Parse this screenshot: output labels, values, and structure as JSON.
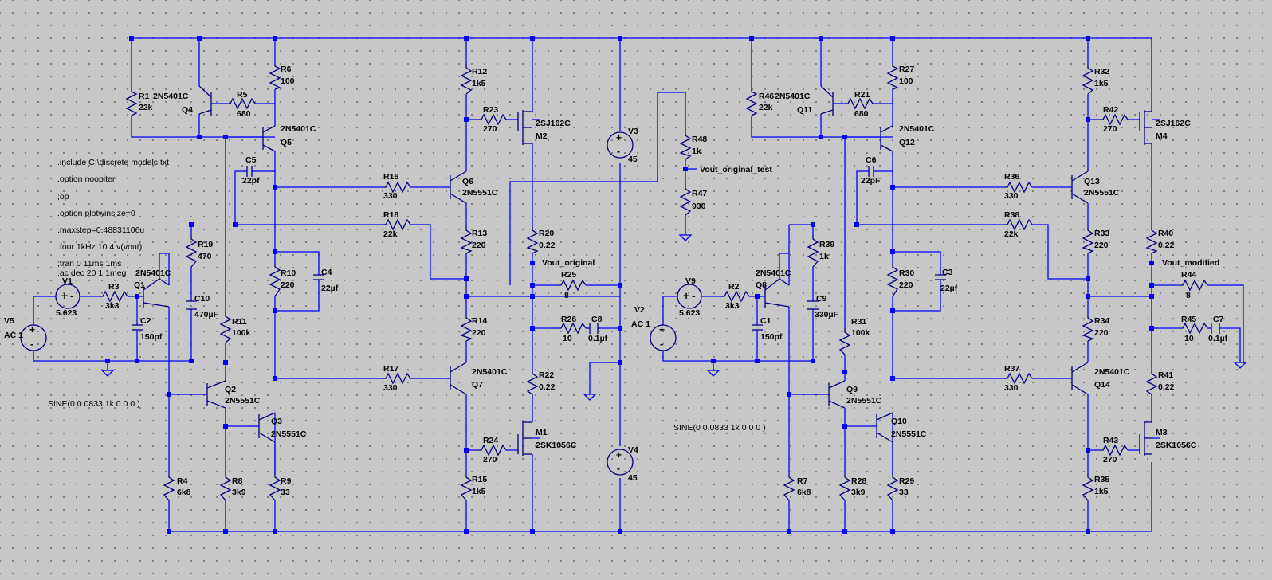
{
  "colors": {
    "wire": "#0000ff",
    "component": "#000080",
    "background": "#c7c7c7",
    "text": "#000000"
  },
  "directives": [
    ".include C:\\discrete models.txt",
    ".option noopiter",
    ";op",
    ".option plotwinsize=0",
    ".maxstep=0.48831106u",
    ".four 1kHz 10 4 v(vout)",
    ";tran 0 11ms 1ms",
    ".ac dec 20 1 1meg"
  ],
  "sources": {
    "v1": {
      "name": "V1",
      "value": "5.623"
    },
    "v2": {
      "name": "V2",
      "value": "AC 1"
    },
    "v3": {
      "name": "V3",
      "value": "45"
    },
    "v4": {
      "name": "V4",
      "value": "45"
    },
    "v5": {
      "name": "V5",
      "value": "AC 1"
    },
    "v9": {
      "name": "V9",
      "value": "5.623"
    },
    "sine_left": "SINE(0 0.0833 1k 0 0 0 )",
    "sine_right": "SINE(0 0.0833 1k 0 0 0 )"
  },
  "nets": {
    "vout_original": "Vout_original",
    "vout_original_test": "Vout_original_test",
    "vout_modified": "Vout_modified"
  },
  "resistors": {
    "R1": "22k",
    "R2": "3k3",
    "R3": "3k3",
    "R4": "6k8",
    "R5": "680",
    "R6": "100",
    "R7": "6k8",
    "R8": "3k9",
    "R9": "33",
    "R10": "220",
    "R11": "100k",
    "R12": "1k5",
    "R13": "220",
    "R14": "220",
    "R15": "1k5",
    "R16": "330",
    "R17": "330",
    "R18": "22k",
    "R19": "470",
    "R20": "0.22",
    "R21": "680",
    "R22": "0.22",
    "R23": "270",
    "R24": "270",
    "R25": "8",
    "R26": "10",
    "R27": "100",
    "R28": "3k9",
    "R29": "33",
    "R30": "220",
    "R31": "100k",
    "R32": "1k5",
    "R33": "220",
    "R34": "220",
    "R35": "1k5",
    "R36": "330",
    "R37": "330",
    "R38": "22k",
    "R39": "1k",
    "R40": "0.22",
    "R41": "0.22",
    "R42": "270",
    "R43": "270",
    "R44": "8",
    "R45": "10",
    "R46": "22k",
    "R47": "930",
    "R48": "1k"
  },
  "capacitors": {
    "C1": "150pf",
    "C2": "150pf",
    "C3": "22µf",
    "C4": "22µf",
    "C5": "22pf",
    "C6": "22pF",
    "C7": "0.1µf",
    "C8": "0.1µf",
    "C9": "330µF",
    "C10": "470µF"
  },
  "transistors": {
    "Q1": "2N5401C",
    "Q2": "2N5551C",
    "Q3": "2N5551C",
    "Q4": "2N5401C",
    "Q5": "2N5401C",
    "Q6": "2N5551C",
    "Q7": "2N5401C",
    "Q8": "2N5401C",
    "Q9": "2N5551C",
    "Q10": "2N5551C",
    "Q11": "2N5401C",
    "Q12": "2N5401C",
    "Q13": "2N5551C",
    "Q14": "2N5401C",
    "M1": "2SK1056C",
    "M2": "2SJ162C",
    "M3": "2SK1056C",
    "M4": "2SJ162C"
  }
}
